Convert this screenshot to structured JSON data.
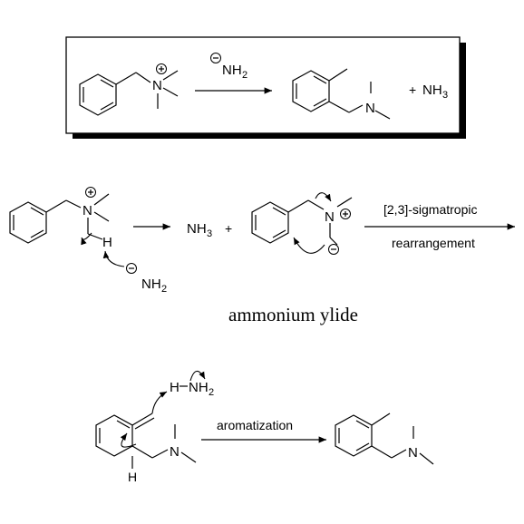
{
  "box_scheme": {
    "reagent": "NH",
    "reagent_sub": "2",
    "product_amine": "N",
    "byproduct_plus": "+",
    "byproduct": "NH",
    "byproduct_sub": "3",
    "start_N": "N"
  },
  "step1": {
    "N_label": "N",
    "H_label": "H",
    "base": "NH",
    "base_sub": "2",
    "product_nh3": "NH",
    "product_nh3_sub": "3",
    "plus": "+",
    "ylide_N": "N",
    "arrow_top": "[2,3]-sigmatropic",
    "arrow_bottom": "rearrangement",
    "caption": "ammonium ylide"
  },
  "step2": {
    "H_top": "H",
    "NH2": "NH",
    "NH2_sub": "2",
    "H_bottom": "H",
    "N_label": "N",
    "arrow_label": "aromatization",
    "product_N": "N"
  }
}
